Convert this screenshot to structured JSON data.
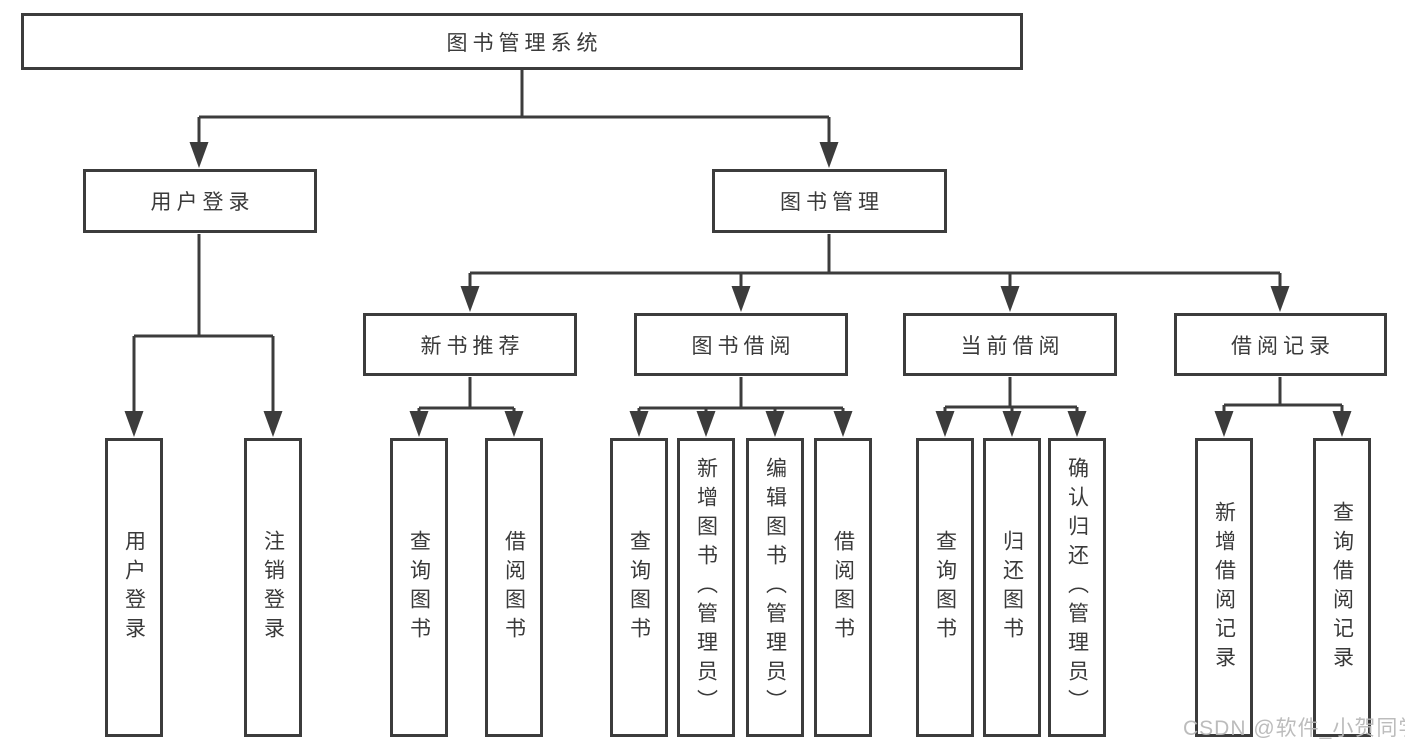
{
  "colors": {
    "line": "#3c3c3c",
    "box_border": "#3c3c3c",
    "text": "#3a3a3a",
    "background": "#ffffff",
    "watermark": "#b9b9b9"
  },
  "watermark": {
    "text": "CSDN @软件_小贺同学"
  },
  "tree": {
    "label": "图书管理系统",
    "children": [
      {
        "label": "用户登录",
        "children": [
          {
            "label": "用户登录"
          },
          {
            "label": "注销登录"
          }
        ]
      },
      {
        "label": "图书管理",
        "children": [
          {
            "label": "新书推荐",
            "children": [
              {
                "label": "查询图书"
              },
              {
                "label": "借阅图书"
              }
            ]
          },
          {
            "label": "图书借阅",
            "children": [
              {
                "label": "查询图书"
              },
              {
                "label": "新增图书（管理员）"
              },
              {
                "label": "编辑图书（管理员）"
              },
              {
                "label": "借阅图书"
              }
            ]
          },
          {
            "label": "当前借阅",
            "children": [
              {
                "label": "查询图书"
              },
              {
                "label": "归还图书"
              },
              {
                "label": "确认归还（管理员）"
              }
            ]
          },
          {
            "label": "借阅记录",
            "children": [
              {
                "label": "新增借阅记录"
              },
              {
                "label": "查询借阅记录"
              }
            ]
          }
        ]
      }
    ]
  }
}
